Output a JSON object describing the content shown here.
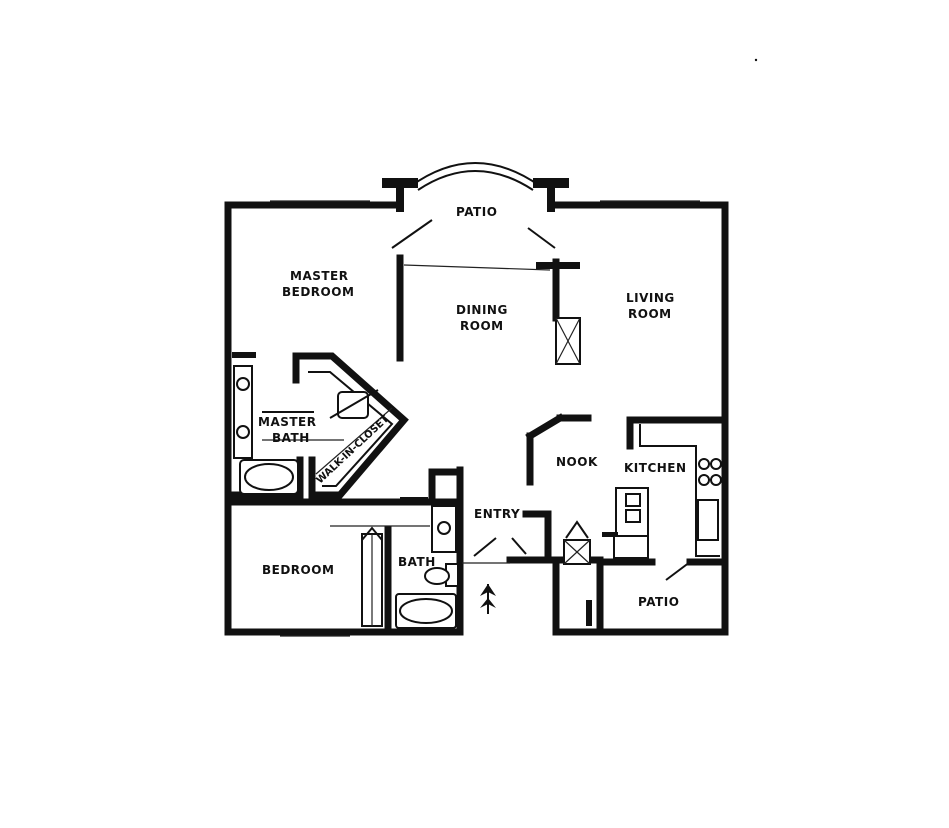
{
  "rooms": {
    "patio_top": "PATIO",
    "master_bedroom_1": "MASTER",
    "master_bedroom_2": "BEDROOM",
    "dining_1": "DINING",
    "dining_2": "ROOM",
    "living_1": "LIVING",
    "living_2": "ROOM",
    "master_bath_1": "MASTER",
    "master_bath_2": "BATH",
    "walk_in_closet": "WALK-IN-CLOSET",
    "nook": "NOOK",
    "kitchen": "KITCHEN",
    "entry": "ENTRY",
    "bedroom": "BEDROOM",
    "bath": "BATH",
    "patio_bottom": "PATIO"
  }
}
